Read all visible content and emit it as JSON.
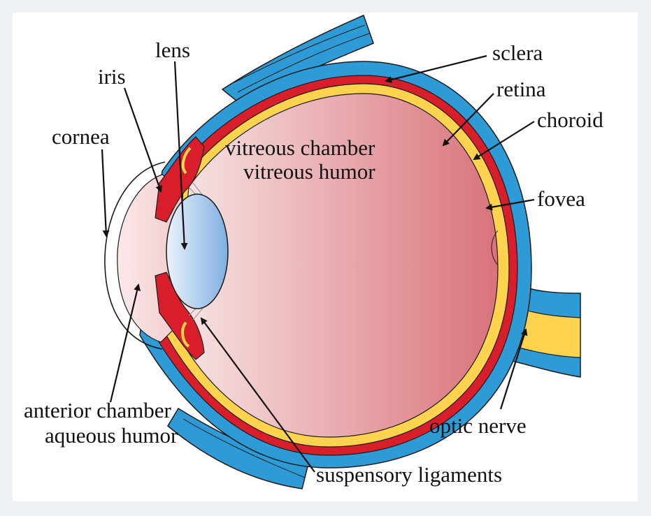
{
  "labels": {
    "lens": "lens",
    "iris": "iris",
    "cornea": "cornea",
    "vitreous_chamber": "vitreous chamber",
    "vitreous_humor": "vitreous humor",
    "sclera": "sclera",
    "retina": "retina",
    "choroid": "choroid",
    "fovea": "fovea",
    "anterior_chamber": "anterior chamber",
    "aqueous_humor": "aqueous humor",
    "optic_nerve": "optic nerve",
    "suspensory_ligaments": "suspensory ligaments"
  },
  "colors": {
    "sclera": "#2f9bd6",
    "choroid": "#d81e2a",
    "retina": "#ffd34e",
    "vitreous_light": "#f8e6e6",
    "vitreous_dark": "#d9727a",
    "lens_light": "#eaf2fb",
    "lens_dark": "#7faee0",
    "anterior": "#f3c9cb",
    "outline": "#1a1a1a"
  }
}
